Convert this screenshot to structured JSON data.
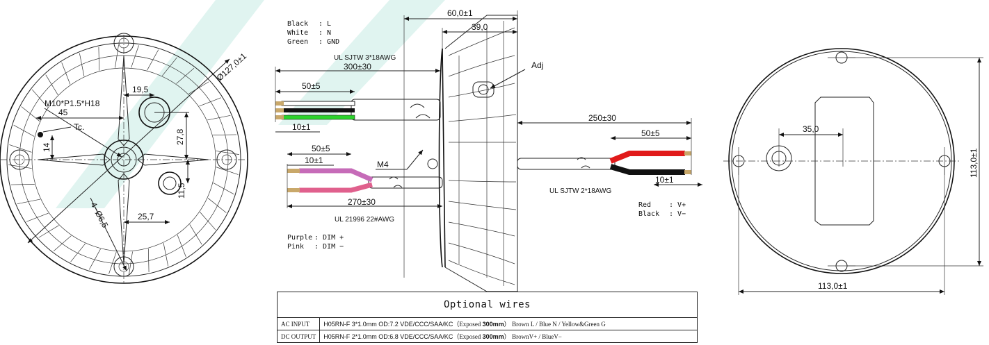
{
  "front_view": {
    "dims": {
      "d_outer": "Ø127,0±1",
      "w_19_5": "19,5",
      "w_45": "45",
      "h_27_8": "27,8",
      "h_14": "14",
      "h_11_5": "11,5",
      "w_25_7": "25,7",
      "holes": "4−Ø6,5"
    },
    "labels": {
      "thread": "M10*P1.5*H18",
      "tc": "Tc."
    }
  },
  "side_view": {
    "wire_colors": [
      {
        "color": "Black",
        "signal": "L"
      },
      {
        "color": "White",
        "signal": "N"
      },
      {
        "color": "Green",
        "signal": "GND"
      }
    ],
    "dim_labels": {
      "ac_cable": "UL SJTW  3*18AWG",
      "ac_len": "300±30",
      "ac_strip": "50±5",
      "ac_tip": "10±1",
      "dim_strip": "50±5",
      "dim_tip": "10±1",
      "dim_len": "270±30",
      "dim_cable": "UL 21996  22#AWG",
      "dc_len": "250±30",
      "dc_strip": "50±5",
      "dc_tip": "10±1",
      "dc_cable": "UL SJTW  2*18AWG",
      "overall": "60,0±1",
      "body": "39,0"
    },
    "callouts": {
      "adj": "Adj",
      "m4": "M4"
    },
    "dc_colors": [
      {
        "color": "Red",
        "signal": "V+"
      },
      {
        "color": "Black",
        "signal": "V−"
      }
    ],
    "dim_colors": [
      {
        "color": "Purple",
        "signal": "DIM +"
      },
      {
        "color": "Pink",
        "signal": "DIM −"
      }
    ]
  },
  "back_view": {
    "dims": {
      "offset": "35,0",
      "width": "113,0±1",
      "height": "113,0±1"
    }
  },
  "optional_wires": {
    "title": "Optional wires",
    "rows": [
      {
        "label": "AC INPUT",
        "spec": "H05RN-F 3*1.0mm  OD:7.2 VDE/CCC/SAA/KC",
        "exposed_pre": "（Exposed ",
        "exposed_len": "300mm",
        "exposed_post": "）",
        "colors": "Brown L / Blue  N / Yellow&Green  G"
      },
      {
        "label": "DC OUTPUT",
        "spec": "H05RN-F 2*1.0mm  OD:6.8 VDE/CCC/SAA/KC",
        "exposed_pre": "（Exposed ",
        "exposed_len": "300mm",
        "exposed_post": "）",
        "colors": "BrownV+ / BlueV−"
      }
    ]
  }
}
